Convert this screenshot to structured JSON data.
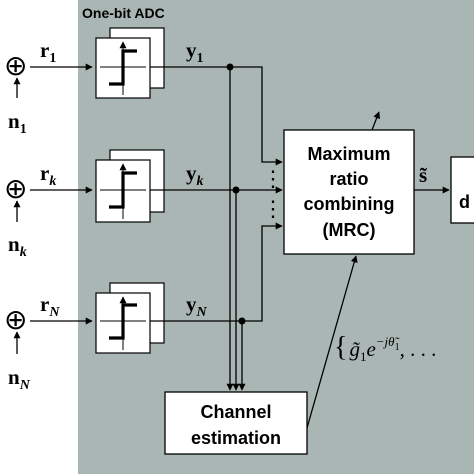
{
  "diagram": {
    "region_label": "One-bit ADC",
    "region_color": "#a9b6b3",
    "mrc_label_lines": [
      "Maximum",
      "ratio",
      "combining",
      "(MRC)"
    ],
    "channel_label_lines": [
      "Channel",
      "estimation"
    ],
    "branches": [
      {
        "r_base": "r",
        "r_sub": "1",
        "n_base": "n",
        "n_sub": "1",
        "y_base": "y",
        "y_sub": "1"
      },
      {
        "r_base": "r",
        "r_sub": "k",
        "n_base": "n",
        "n_sub": "k",
        "y_base": "y",
        "y_sub": "k"
      },
      {
        "r_base": "r",
        "r_sub": "N",
        "n_base": "n",
        "n_sub": "N",
        "y_base": "y",
        "y_sub": "N"
      }
    ],
    "output_symbol": "s̃",
    "output_block_partial": "d",
    "vdots": "⋮",
    "plus_symbol": "⊕",
    "estimate_text": {
      "brace": "{",
      "g": "g̃",
      "g_sub": "1",
      "e": "e",
      "exp": "−jθ̃",
      "exp_sub": "1",
      "tail": ", . . ."
    }
  }
}
